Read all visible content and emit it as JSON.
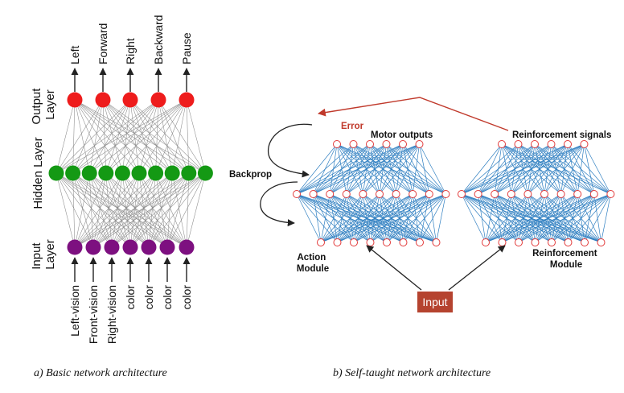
{
  "left_panel": {
    "output_layer_label": [
      "Output",
      "Layer"
    ],
    "hidden_layer_label": "Hidden Layer",
    "input_layer_label": [
      "Input",
      "Layer"
    ],
    "output_labels": [
      "Left",
      "Forward",
      "Right",
      "Backward",
      "Pause"
    ],
    "input_labels": [
      "Left-vision",
      "Front-vision",
      "Right-vision",
      "color",
      "color",
      "color",
      "color"
    ],
    "hidden_node_count": 10,
    "colors": {
      "output": "#ee1c1c",
      "hidden": "#149914",
      "input": "#7d1080"
    }
  },
  "right_panel": {
    "error_label": "Error",
    "motor_outputs_label": "Motor outputs",
    "reinforcement_signals_label": "Reinforcement signals",
    "backprop_label": "Backprop",
    "action_module_label": [
      "Action",
      "Module"
    ],
    "reinforcement_module_label": [
      "Reinforcement",
      "Module"
    ],
    "input_label": "Input",
    "colors": {
      "edge": "#2f7fc1",
      "node_stroke": "#e23a3a",
      "error": "#c0392b",
      "input_box": "#b5432f"
    }
  },
  "captions": {
    "left": "a) Basic network architecture",
    "right": "b) Self-taught network architecture"
  }
}
